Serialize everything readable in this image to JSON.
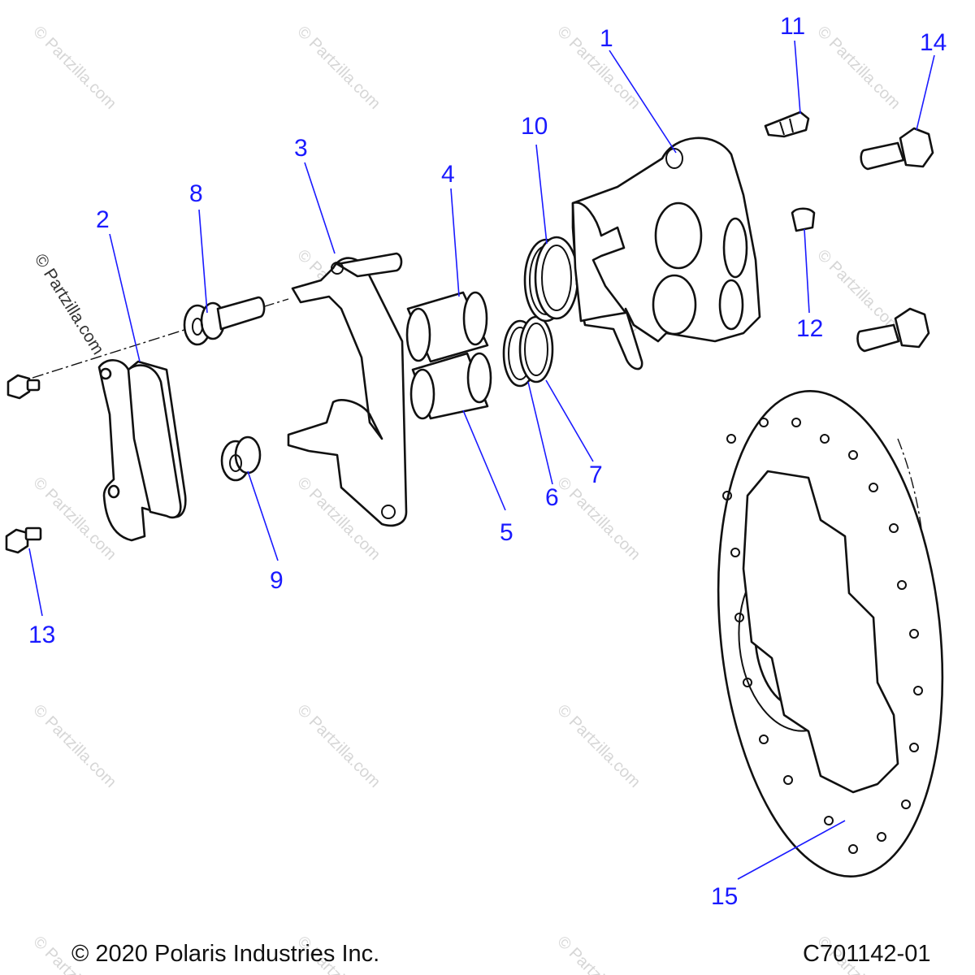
{
  "diagram": {
    "callouts": [
      "1",
      "2",
      "3",
      "4",
      "5",
      "6",
      "7",
      "8",
      "9",
      "10",
      "11",
      "12",
      "13",
      "14",
      "15"
    ],
    "watermark_text": "© Partzilla.com",
    "copyright": "© 2020 Polaris Industries Inc.",
    "diagram_id": "C701142-01",
    "colors": {
      "callout": "#1a1aff",
      "line": "#111111",
      "watermark": "#d6d6d6"
    }
  }
}
